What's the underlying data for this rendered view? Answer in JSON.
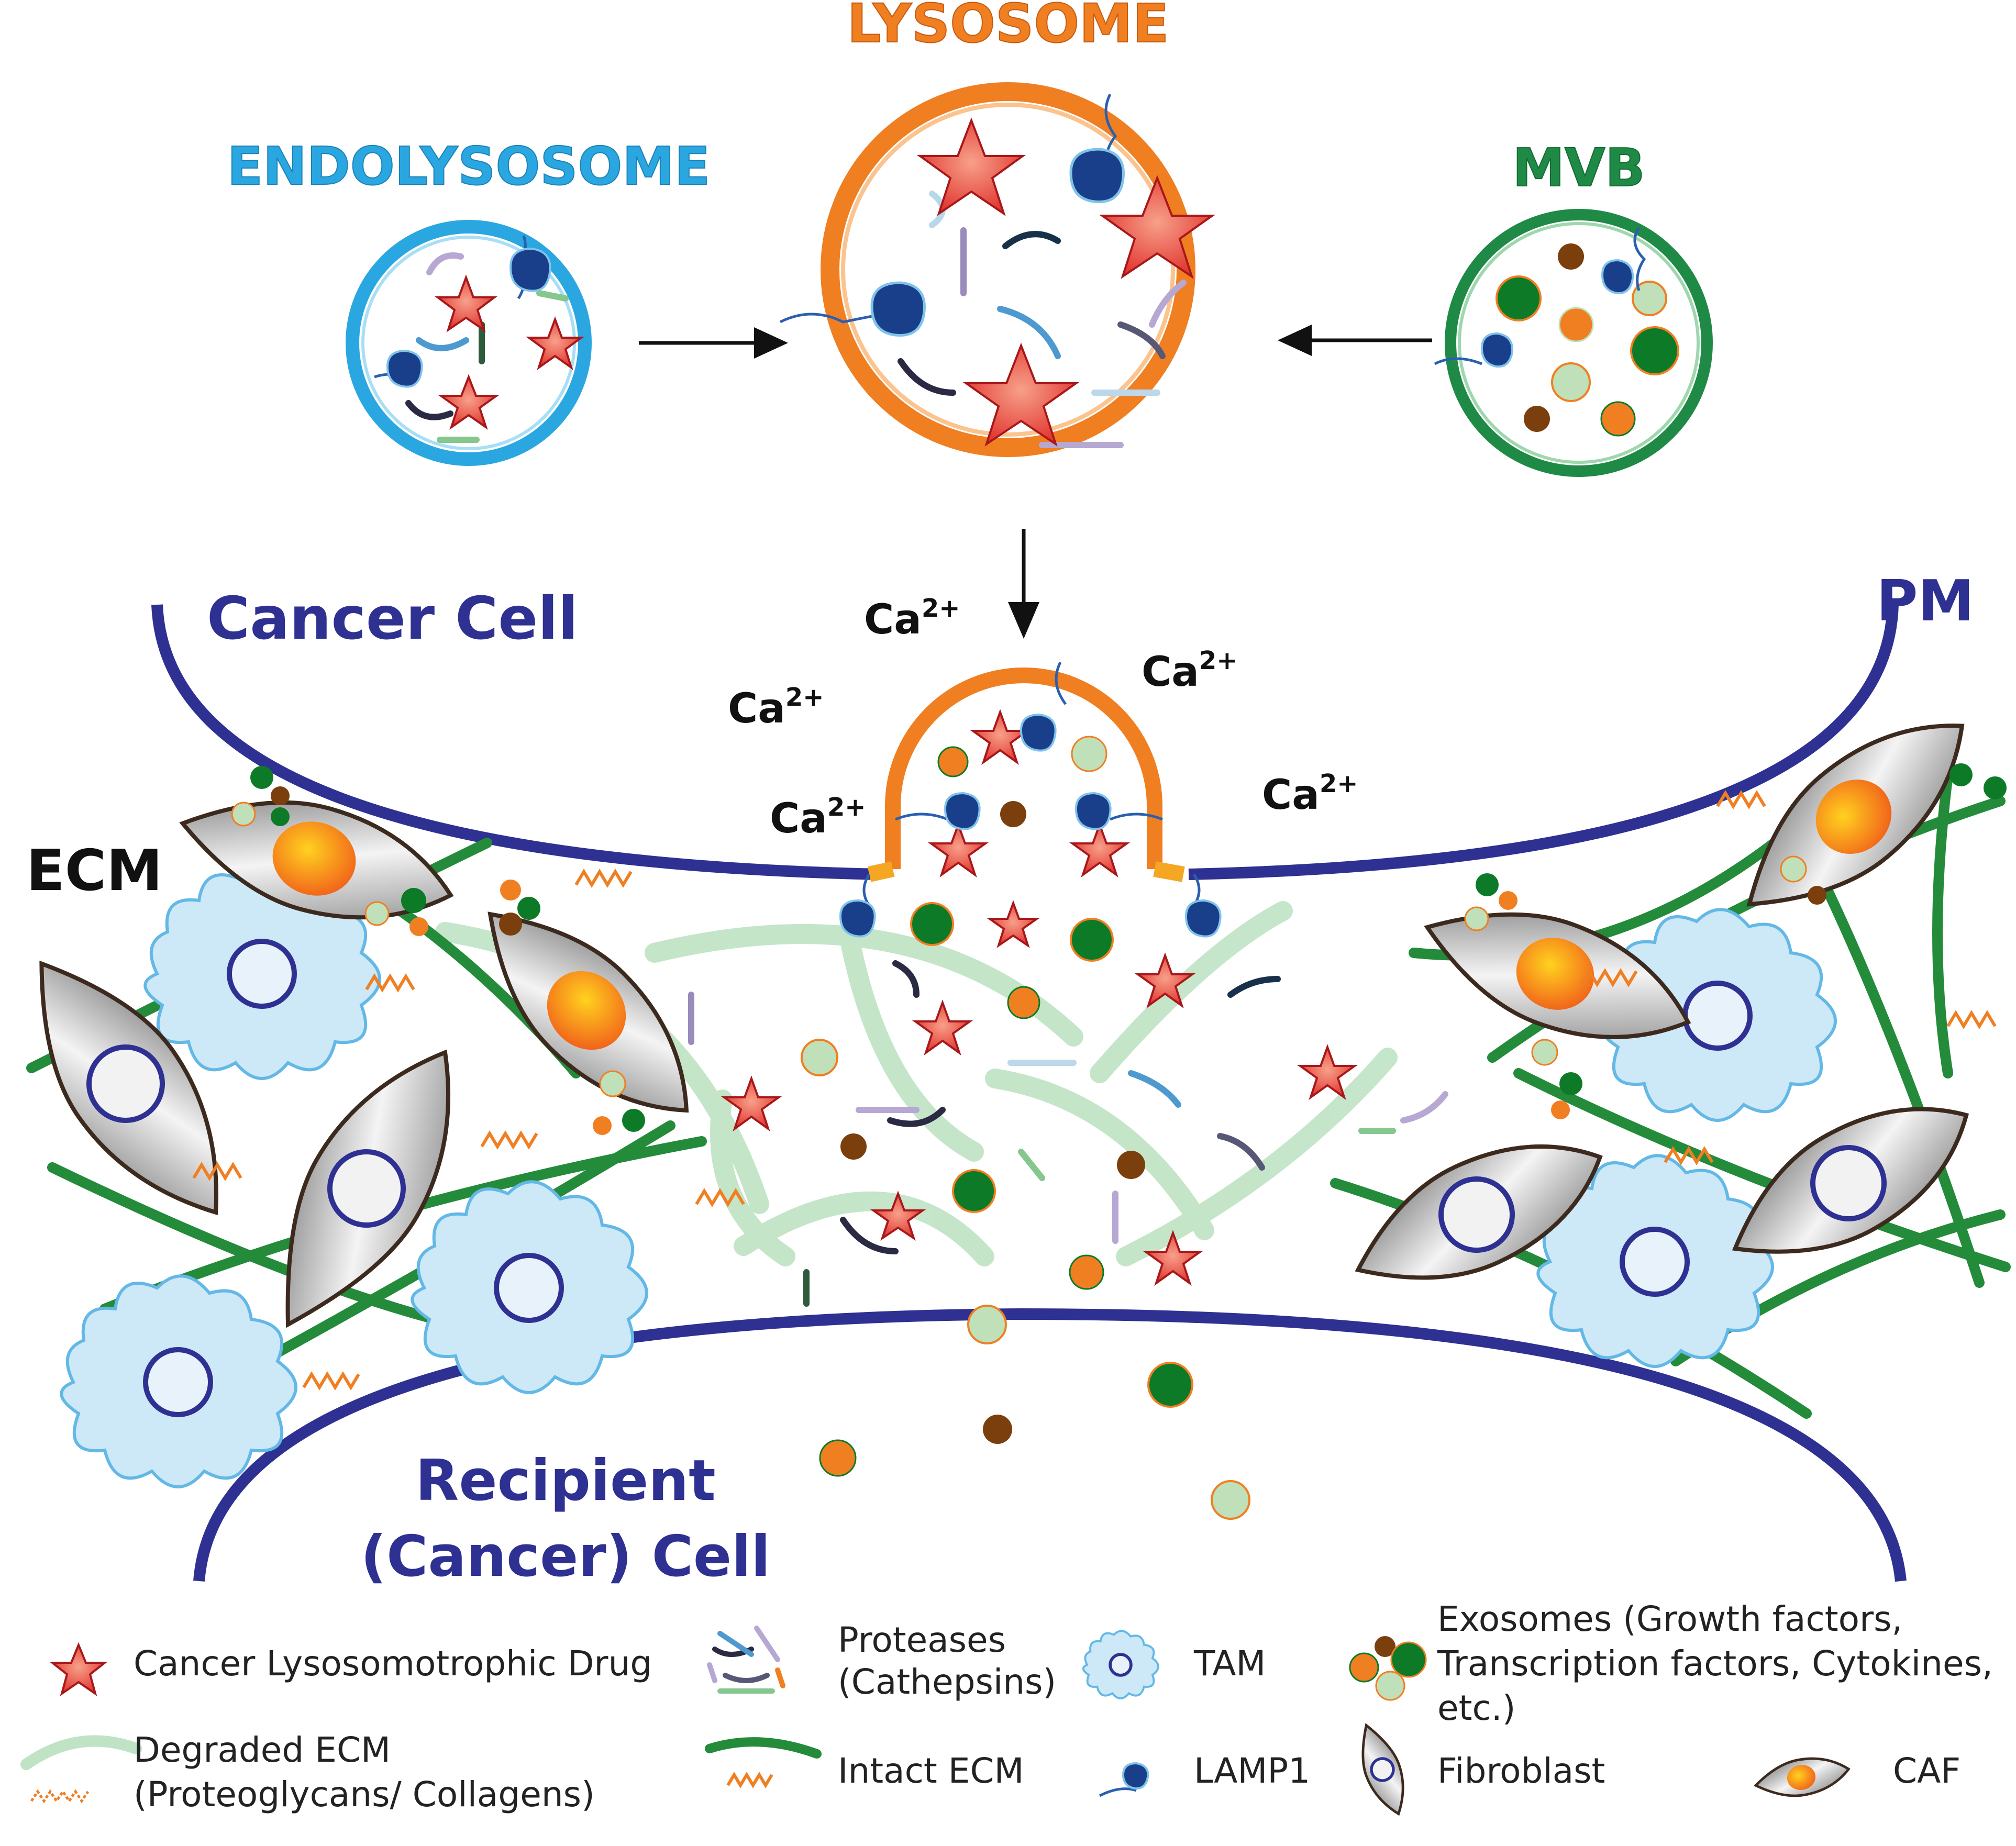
{
  "titles": {
    "endolysosome": "ENDOLYSOSOME",
    "lysosome": "LYSOSOME",
    "mvb": "MVB"
  },
  "cells": {
    "cancer_cell": "Cancer Cell",
    "pm": "PM",
    "ecm": "ECM",
    "recipient_line1": "Recipient",
    "recipient_line2": "(Cancer) Cell"
  },
  "ions": {
    "symbol": "Ca",
    "charge": "2+"
  },
  "legend": {
    "drug": "Cancer Lysosomotrophic Drug",
    "proteases_line1": "Proteases",
    "proteases_line2": "(Cathepsins)",
    "tam": "TAM",
    "exosomes_line1": "Exosomes (Growth factors,",
    "exosomes_line2": "Transcription factors, Cytokines,",
    "exosomes_line3": "etc.)",
    "degraded_line1": "Degraded ECM",
    "degraded_line2": "(Proteoglycans/ Collagens)",
    "intact": "Intact ECM",
    "lamp1": "LAMP1",
    "fibroblast": "Fibroblast",
    "caf": "CAF"
  },
  "colors": {
    "endolysosome": "#2aa7e0",
    "lysosome": "#f07f22",
    "mvb": "#1f8a46",
    "membrane": "#2e3192",
    "drug": "#e0312b",
    "ecm_intact": "#238b3a",
    "ecm_degraded": "#bfe3c4",
    "tam": "#cde8f6",
    "exo_dark_green": "#0d7a28",
    "exo_orange": "#f07f22",
    "exo_light_green": "#bfe0b8",
    "exo_brown": "#7a3f0c"
  }
}
